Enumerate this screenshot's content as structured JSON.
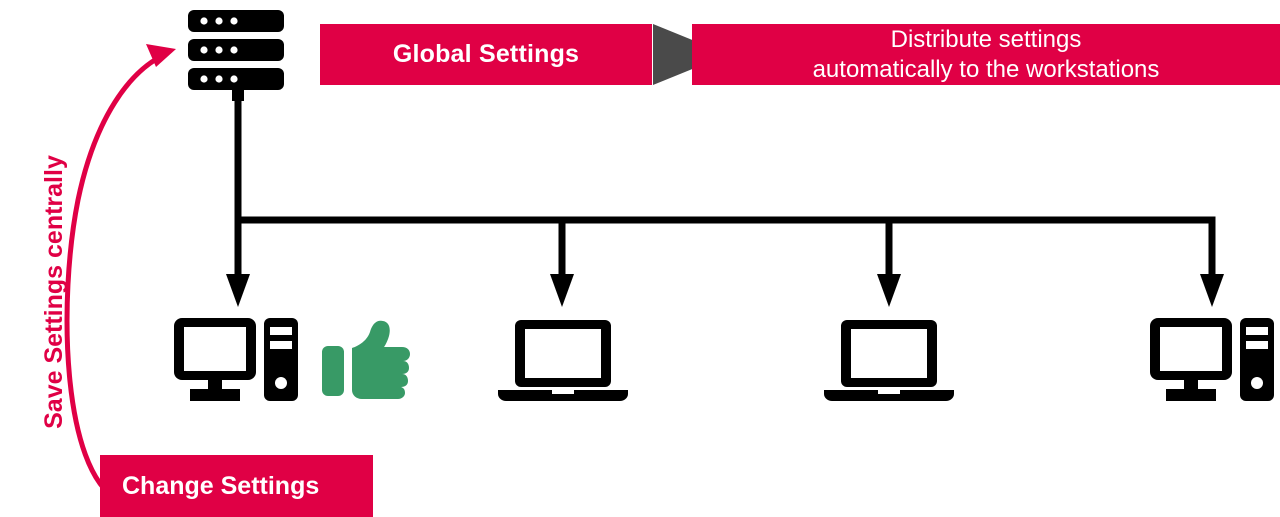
{
  "diagram": {
    "title_side_label": "Save Settings centrally",
    "accent_red": "#E00045",
    "arrow_gray": "#4A4A4A",
    "thumb_green": "#389A66",
    "line_black": "#000000",
    "banners": {
      "global_settings": "Global Settings",
      "distribute_line1": "Distribute settings",
      "distribute_line2": "automatically to the workstations",
      "change_settings": "Change Settings"
    },
    "nodes": [
      {
        "name": "server-icon",
        "type": "server",
        "label": ""
      },
      {
        "name": "workstation-desktop-1",
        "type": "desktop",
        "label": ""
      },
      {
        "name": "workstation-laptop-2",
        "type": "laptop",
        "label": ""
      },
      {
        "name": "workstation-laptop-3",
        "type": "laptop",
        "label": ""
      },
      {
        "name": "workstation-desktop-4",
        "type": "desktop",
        "label": ""
      }
    ],
    "status": {
      "thumbs_up": "approved"
    },
    "connectors": {
      "distribute_arrow": "triangle-right",
      "feedback_arrow": "curved-arrow-up-left"
    }
  }
}
